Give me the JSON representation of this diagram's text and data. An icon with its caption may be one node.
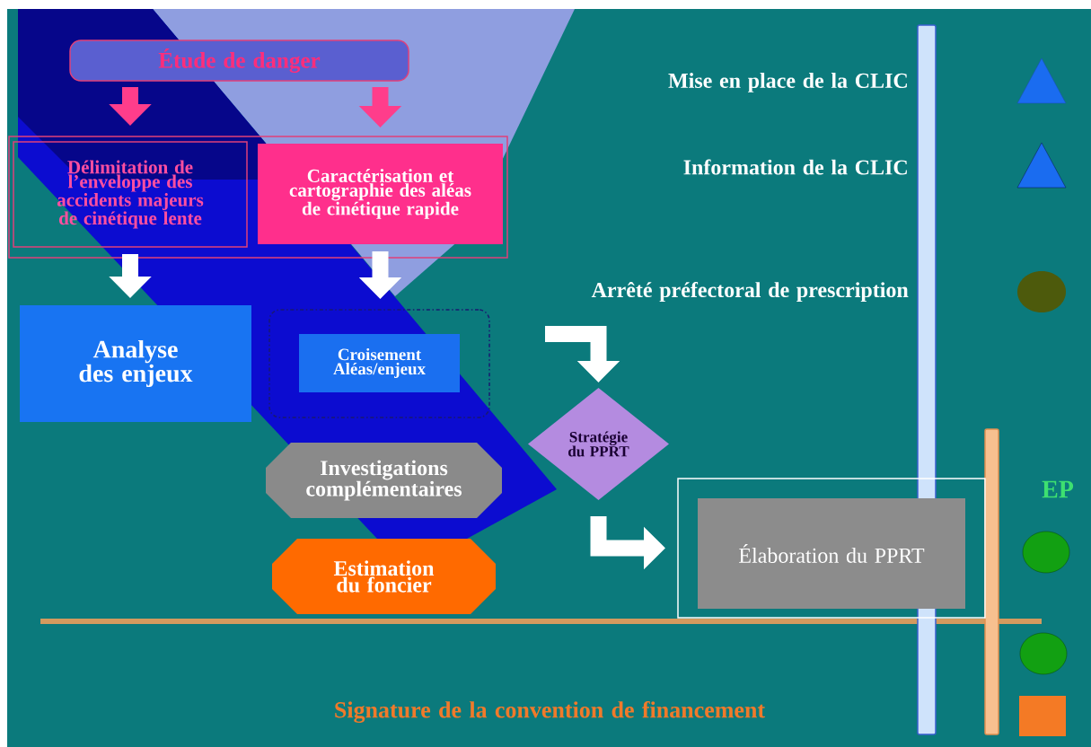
{
  "diagram": {
    "nodes": [
      {
        "text": [
          "Étude de danger"
        ]
      },
      {
        "text": [],
        "shape": "box"
      },
      {
        "text": [
          "Délimitation de l’enveloppe des accidents majeurs de cinétique lente"
        ],
        "in": 1
      },
      {
        "text": [
          "Caractérisation et cartographie des aléas de cinétique rapide"
        ],
        "in": 1
      },
      {
        "text": [
          "Analyse des enjeux"
        ]
      },
      {
        "text": [],
        "shape": "box"
      },
      {
        "text": [
          "Croisement Aléas/enjeux"
        ],
        "in": 5
      },
      {
        "text": [
          "Investigations complémentaires"
        ]
      },
      {
        "text": [
          "Estimation du foncier"
        ]
      },
      {
        "text": [
          "Stratégie du PPRT"
        ]
      },
      {
        "text": [],
        "shape": "box"
      },
      {
        "text": [
          "Élaboration du PPRT"
        ],
        "in": 10
      },
      {
        "text": [],
        "shape": "bar"
      },
      {
        "text": [],
        "shape": "bar"
      }
    ],
    "edges": [
      {
        "from": 0,
        "to": 2,
        "arrow": "to",
        "color": "#ff3d8b"
      },
      {
        "from": 0,
        "to": 3,
        "arrow": "to",
        "color": "#ff3d8b"
      },
      {
        "from": 2,
        "to": 4,
        "arrow": "to"
      },
      {
        "from": 3,
        "to": 5,
        "arrow": "to"
      },
      {
        "from": null,
        "to": 9,
        "arrow": "to"
      },
      {
        "from": 9,
        "to": 10,
        "arrow": "to"
      }
    ],
    "labels": [
      "Mise en place de la CLIC",
      "Information de la CLIC",
      "Arrêté préfectoral de prescription",
      "EP",
      "Signature de la convention de financement"
    ]
  }
}
